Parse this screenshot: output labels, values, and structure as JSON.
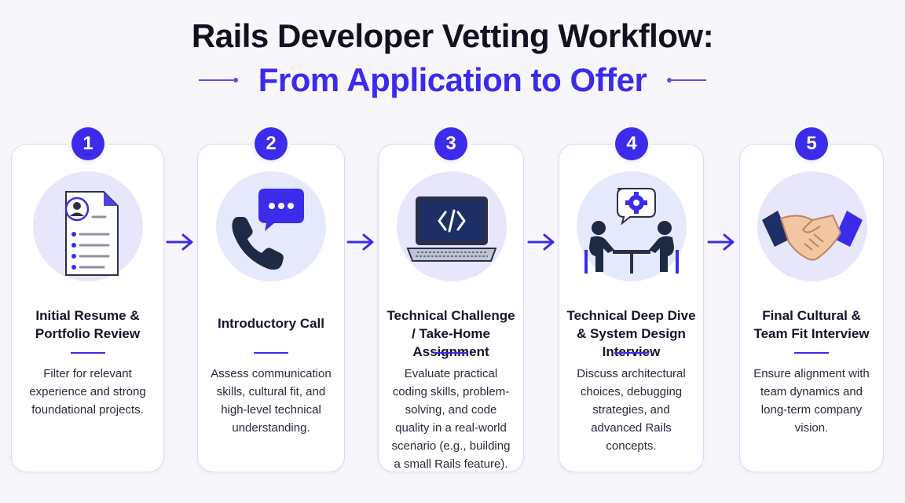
{
  "title": {
    "line1": "Rails Developer Vetting Workflow:",
    "line2": "From Application to Offer"
  },
  "colors": {
    "accent": "#3b2bea",
    "card_border": "#dcdaf3",
    "icon_bg": "#e6e4fb",
    "dark": "#1e2a44"
  },
  "steps": [
    {
      "number": "1",
      "title": "Initial Resume & Portfolio Review",
      "description": "Filter for relevant experience and strong foundational projects.",
      "icon": "resume-document-icon"
    },
    {
      "number": "2",
      "title": "Introductory Call",
      "description": "Assess communication skills, cultural fit, and high-level technical understanding.",
      "icon": "phone-chat-icon"
    },
    {
      "number": "3",
      "title": "Technical Challenge / Take-Home Assignment",
      "description": "Evaluate practical coding skills, problem-solving, and code quality in a real-world scenario (e.g., building a small Rails feature).",
      "icon": "laptop-code-icon"
    },
    {
      "number": "4",
      "title": "Technical Deep Dive & System Design Interview",
      "description": "Discuss architectural choices, debugging strategies, and advanced Rails concepts.",
      "icon": "interview-people-icon"
    },
    {
      "number": "5",
      "title": "Final Cultural & Team Fit Interview",
      "description": "Ensure alignment with team dynamics and long-term company vision.",
      "icon": "handshake-icon"
    }
  ]
}
